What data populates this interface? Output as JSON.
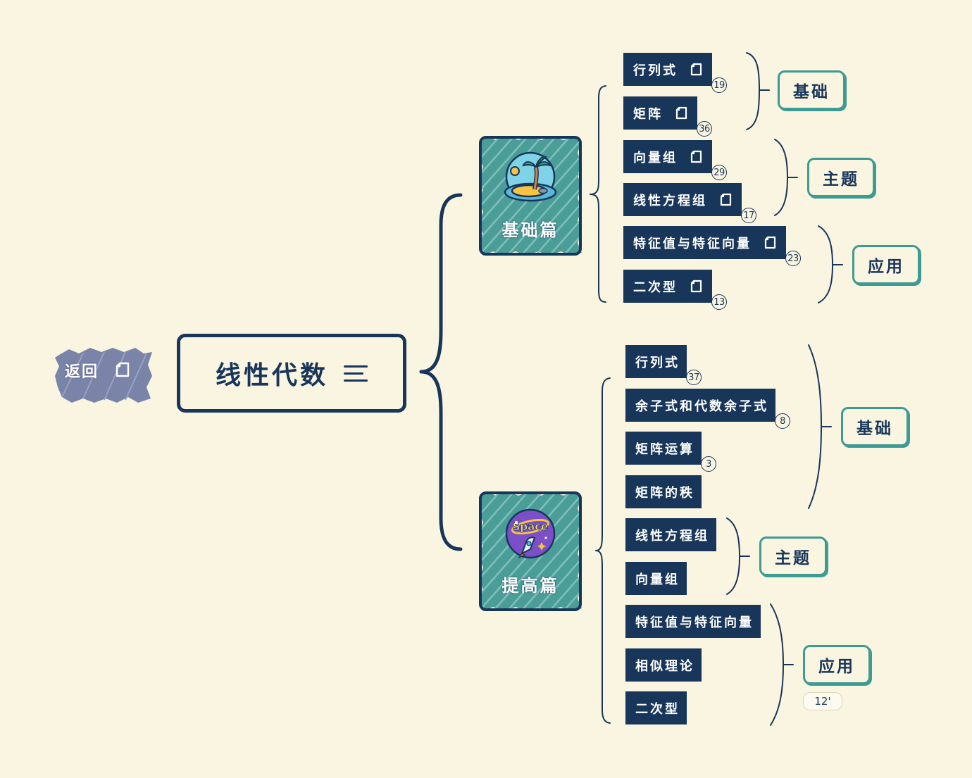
{
  "back": {
    "label": "返回",
    "icon": "note-icon"
  },
  "root": {
    "title": "线性代数",
    "icon": "menu-lines-icon"
  },
  "sections": [
    {
      "label": "基础篇",
      "icon": "palm-island-icon",
      "topics": [
        {
          "label": "行列式",
          "count": "19",
          "has_note": true
        },
        {
          "label": "矩阵",
          "count": "36",
          "has_note": true
        },
        {
          "label": "向量组",
          "count": "29",
          "has_note": true
        },
        {
          "label": "线性方程组",
          "count": "17",
          "has_note": true
        },
        {
          "label": "特征值与特征向量",
          "count": "23",
          "has_note": true
        },
        {
          "label": "二次型",
          "count": "13",
          "has_note": true
        }
      ],
      "summaries": [
        "基础",
        "主题",
        "应用"
      ]
    },
    {
      "label": "提高篇",
      "icon": "space-rocket-icon",
      "icon_text": "Space",
      "topics": [
        {
          "label": "行列式",
          "count": "37",
          "has_note": false
        },
        {
          "label": "余子式和代数余子式",
          "count": "8",
          "has_note": false
        },
        {
          "label": "矩阵运算",
          "count": "3",
          "has_note": false
        },
        {
          "label": "矩阵的秩",
          "count": "",
          "has_note": false
        },
        {
          "label": "线性方程组",
          "count": "",
          "has_note": false
        },
        {
          "label": "向量组",
          "count": "",
          "has_note": false
        },
        {
          "label": "特征值与特征向量",
          "count": "",
          "has_note": false
        },
        {
          "label": "相似理论",
          "count": "",
          "has_note": false
        },
        {
          "label": "二次型",
          "count": "",
          "has_note": false
        }
      ],
      "summaries": [
        "基础",
        "主题",
        "应用"
      ],
      "time_label": "12'"
    }
  ],
  "colors": {
    "background": "#faf5e0",
    "navy": "#17365a",
    "teal": "#3e9b94",
    "card_fill": "#4a9e97",
    "back_fill": "#7a83a8"
  }
}
